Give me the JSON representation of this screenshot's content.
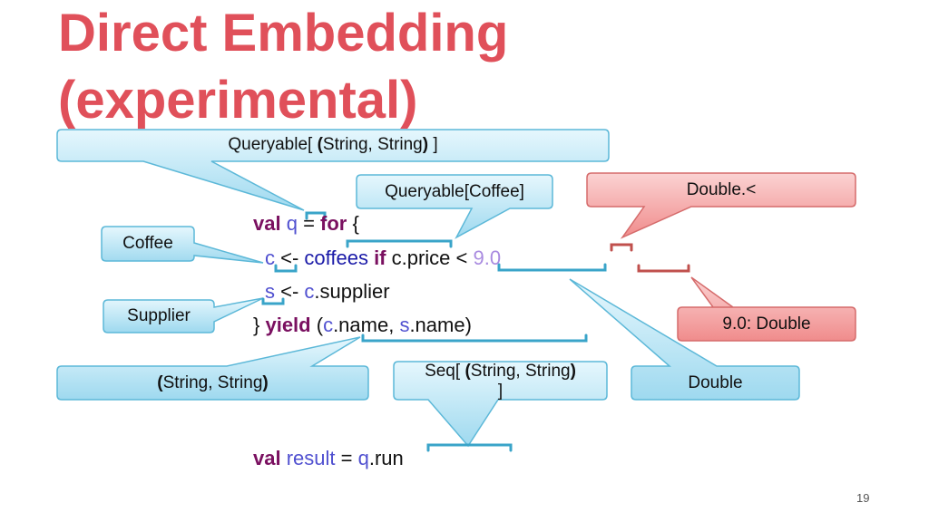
{
  "title": {
    "line1": "Direct Embedding",
    "line2": "(experimental)"
  },
  "code": {
    "line1": {
      "kw1": "val",
      "var": "q",
      "eq": " = ",
      "kw2": "for",
      "brace": " {"
    },
    "line2": {
      "var": "c",
      "arrow": " <- ",
      "id": "coffees",
      "kw": " if ",
      "expr": "c.price < ",
      "num": "9.0"
    },
    "line3": {
      "var": "s",
      "arrow": " <- ",
      "var2": "c",
      "rest": ".supplier"
    },
    "line4": {
      "brace": "} ",
      "kw": "yield",
      "open": " (",
      "var1": "c",
      "mid": ".name, ",
      "var2": "s",
      "end": ".name)"
    },
    "line5": {
      "kw": "val",
      "id": "result",
      "eq": " = ",
      "var": "q",
      "rest": ".run"
    }
  },
  "callouts": {
    "queryable_tuple": {
      "pre": "Queryable[  ",
      "open": "(",
      "mid": "String, String",
      "close": ")",
      "post": "  ]"
    },
    "queryable_coffee": "Queryable[Coffee]",
    "double_lt": "Double.<",
    "coffee": "Coffee",
    "supplier": "Supplier",
    "nine_double": "9.0: Double",
    "tuple": {
      "open": "(",
      "mid": "String, String",
      "close": ")"
    },
    "seq": {
      "pre": "Seq[  ",
      "open": "(",
      "mid": "String, String",
      "close": ")",
      "line2": "]"
    },
    "double": "Double"
  },
  "colors": {
    "title": "#e0505a",
    "callout_blue_fill": "#c9ecf8",
    "callout_blue_stroke": "#5cb8d8",
    "callout_red_fill": "#f7a7a7",
    "callout_red_stroke": "#d56b6b",
    "bracket_blue": "#3aa4c9",
    "bracket_red": "#c0504d"
  },
  "page_number": "19"
}
